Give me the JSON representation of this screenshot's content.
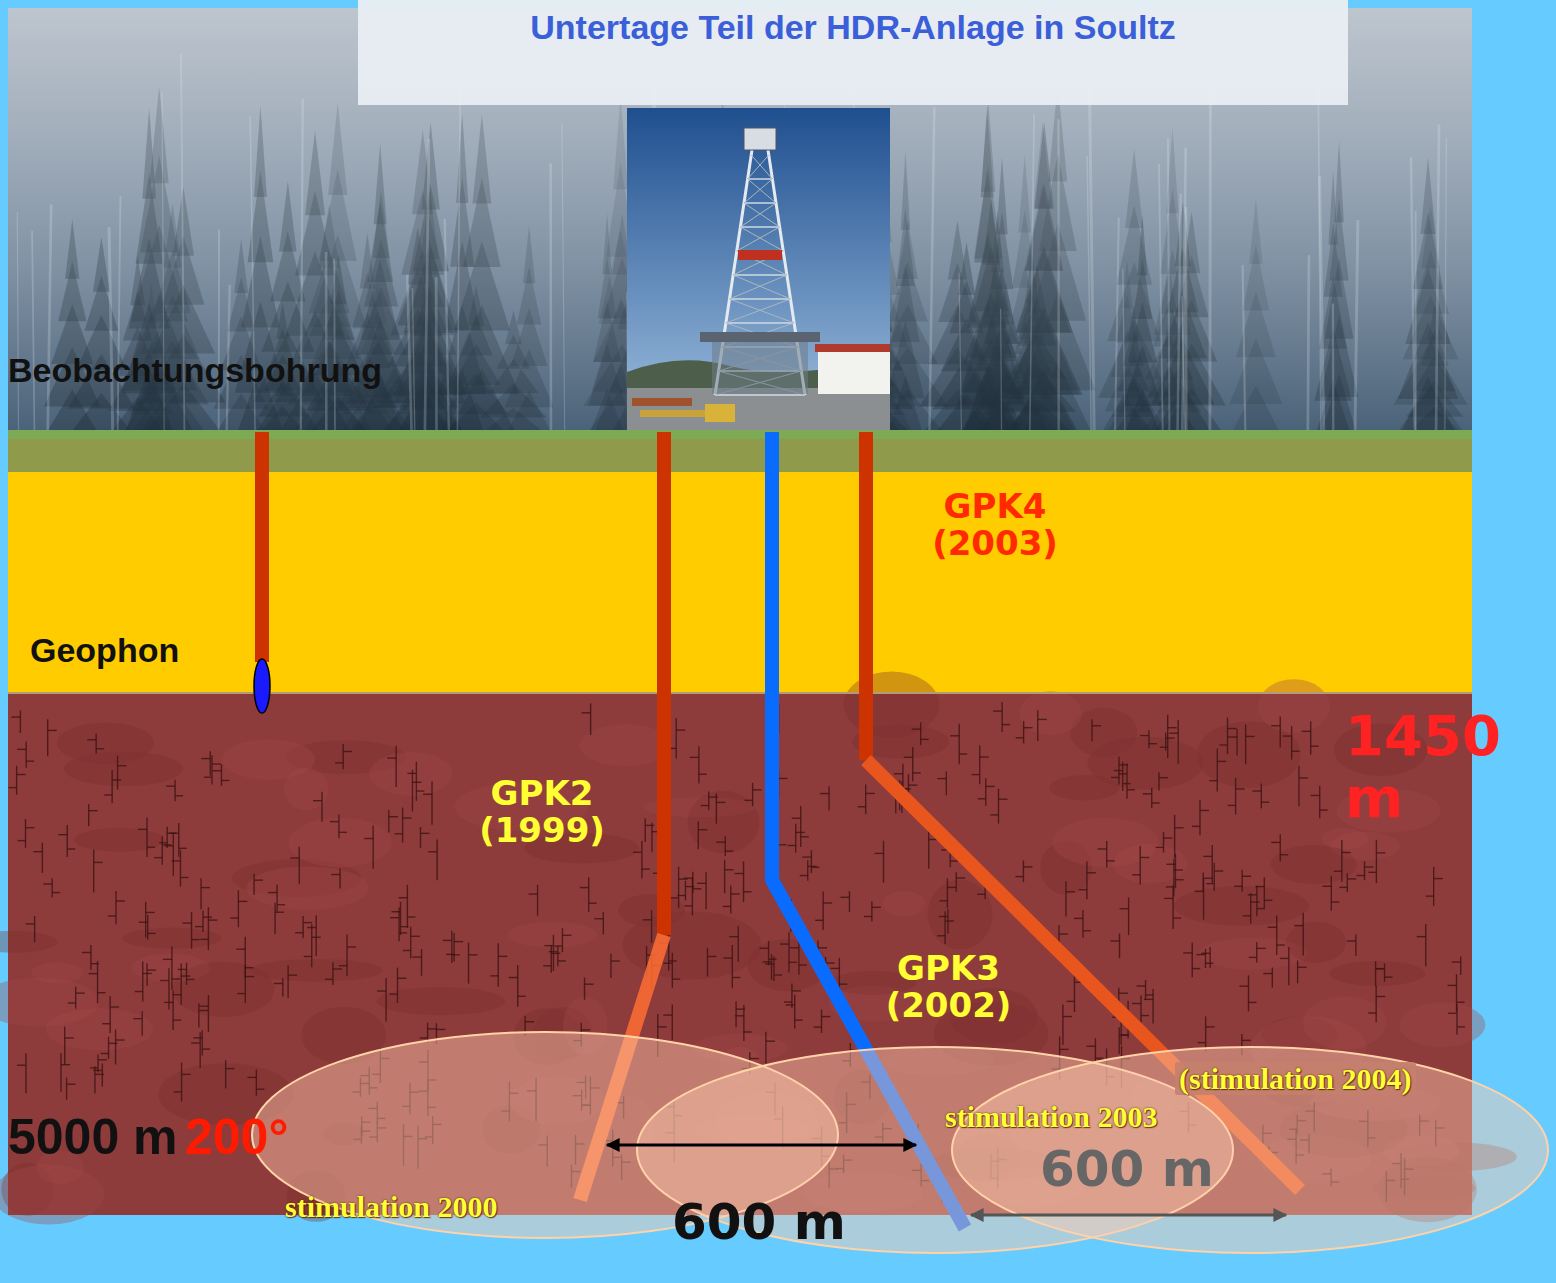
{
  "diagram": {
    "title": "Untertage Teil der HDR-Anlage in Soultz",
    "nodes": [
      {
        "text": [
          "stimulation 2000"
        ]
      },
      {
        "text": [
          "stimulation 2003"
        ]
      },
      {
        "text": [
          "(stimulation 2004)"
        ]
      }
    ],
    "labels": [
      "Beobachtungsbohrung",
      "GPK4 (2003)",
      "Geophon",
      "1450 m",
      "GPK2 (1999)",
      "GPK3 (2002)",
      "5000 m",
      "200°",
      "600 m",
      "600 m"
    ]
  }
}
